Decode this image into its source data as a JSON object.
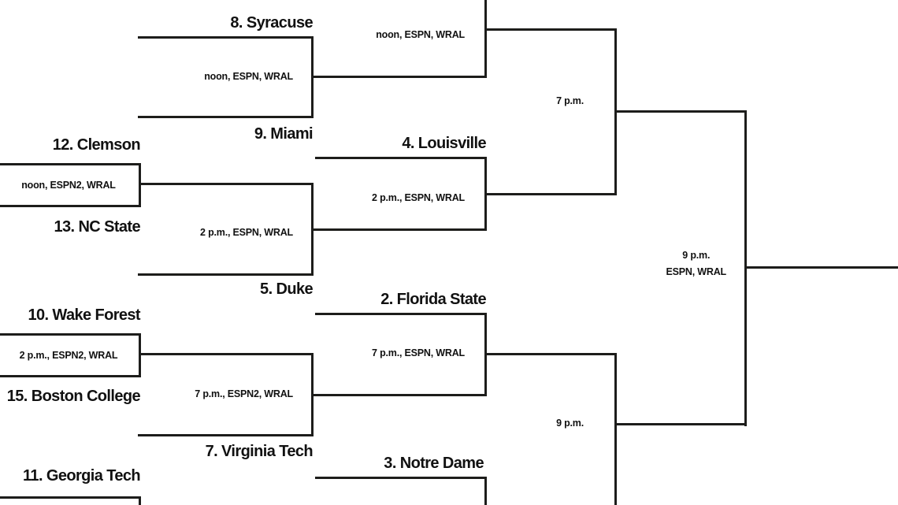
{
  "bracket": {
    "teams": {
      "syracuse": "8. Syracuse",
      "miami": "9. Miami",
      "clemson": "12. Clemson",
      "ncstate": "13. NC State",
      "duke": "5. Duke",
      "louisville": "4. Louisville",
      "wakeforest": "10. Wake Forest",
      "bostoncollege": "15. Boston College",
      "virginiatech": "7. Virginia Tech",
      "georgiatech": "11. Georgia Tech",
      "floridastate": "2. Florida State",
      "notredame": "3. Notre Dame"
    },
    "games": {
      "firstround_clemson_ncstate": "noon, ESPN2, WRAL",
      "firstround_wake_bostoncollege": "2 p.m., ESPN2, WRAL",
      "secondround_syracuse_miami": "noon, ESPN, WRAL",
      "secondround_duke": "2 p.m., ESPN, WRAL",
      "secondround_virginiatech": "7 p.m., ESPN2, WRAL",
      "quarterfinal_1": "noon, ESPN, WRAL",
      "quarterfinal_2": "2 p.m., ESPN, WRAL",
      "quarterfinal_3": "7 p.m., ESPN, WRAL",
      "semifinal_1": "7 p.m.",
      "semifinal_2": "9 p.m.",
      "final_time": "9 p.m.",
      "final_tv": "ESPN, WRAL"
    },
    "colors": {
      "line": "#1d1d1b",
      "background": "#ffffff"
    }
  }
}
